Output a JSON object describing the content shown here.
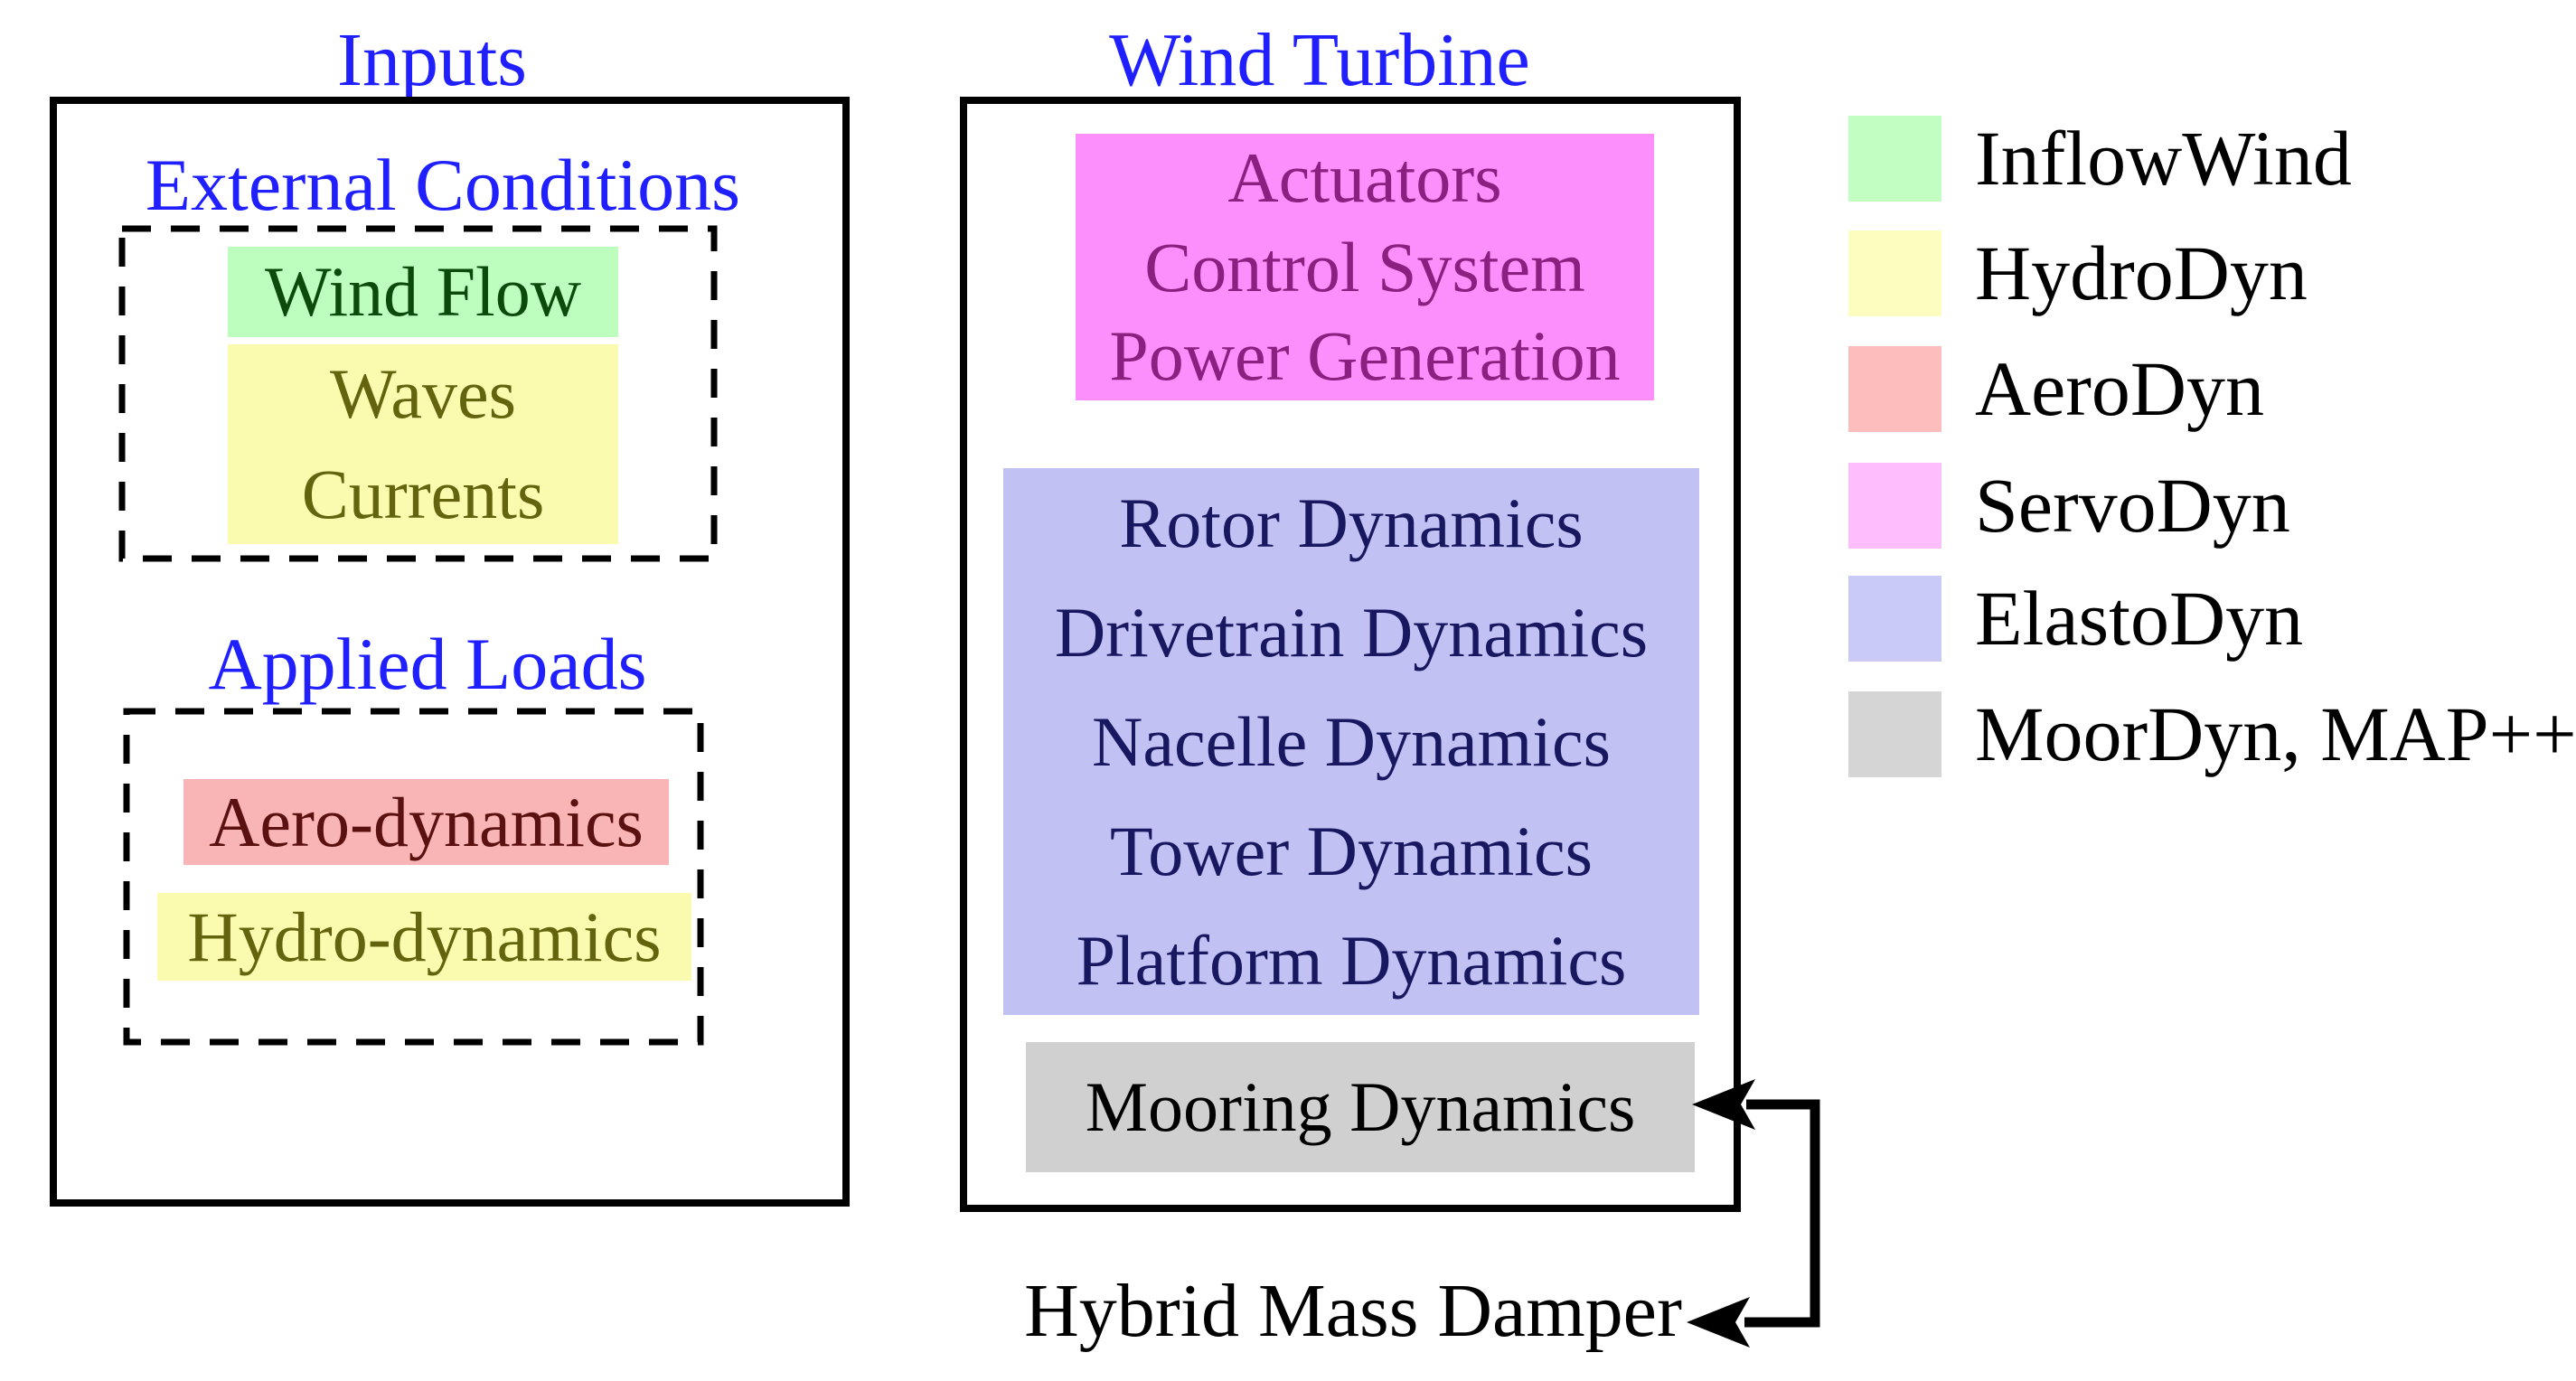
{
  "diagram": {
    "inputs": {
      "title": "Inputs",
      "external": {
        "heading": "External Conditions",
        "wind_flow": "Wind Flow",
        "waves": "Waves",
        "currents": "Currents"
      },
      "applied": {
        "heading": "Applied Loads",
        "aero": "Aero-dynamics",
        "hydro": "Hydro-dynamics"
      }
    },
    "turbine": {
      "title": "Wind Turbine",
      "servo": {
        "line1": "Actuators",
        "line2": "Control System",
        "line3": "Power Generation"
      },
      "elasto": {
        "line1": "Rotor Dynamics",
        "line2": "Drivetrain Dynamics",
        "line3": "Nacelle Dynamics",
        "line4": "Tower Dynamics",
        "line5": "Platform Dynamics"
      },
      "mooring": "Mooring Dynamics"
    },
    "hybrid_mass_damper": "Hybrid Mass Damper"
  },
  "legend": {
    "items": [
      {
        "label": "InflowWind",
        "color": "#c2fdc2"
      },
      {
        "label": "HydroDyn",
        "color": "#fdfdc0"
      },
      {
        "label": "AeroDyn",
        "color": "#fdbdbd"
      },
      {
        "label": "ServoDyn",
        "color": "#febdfd"
      },
      {
        "label": "ElastoDyn",
        "color": "#cacaf9"
      },
      {
        "label": "MoorDyn, MAP++",
        "color": "#d5d5d5"
      }
    ]
  },
  "colors": {
    "heading_blue": "#1f1fff",
    "wind_flow_bg": "#bdfdbd",
    "wind_flow_text": "#0c4a0c",
    "waves_bg": "#fbfbb0",
    "waves_text": "#64640e",
    "aero_bg": "#f9b5b5",
    "aero_text": "#5c1111",
    "hydro_bg": "#fbfbb0",
    "hydro_text": "#64640e",
    "servo_bg": "#fd8ffd",
    "servo_text": "#8c2080",
    "elasto_bg": "#c1c1f4",
    "elasto_text": "#181860",
    "mooring_bg": "#d0d0d0",
    "mooring_text": "#000000",
    "border_black": "#000000"
  }
}
